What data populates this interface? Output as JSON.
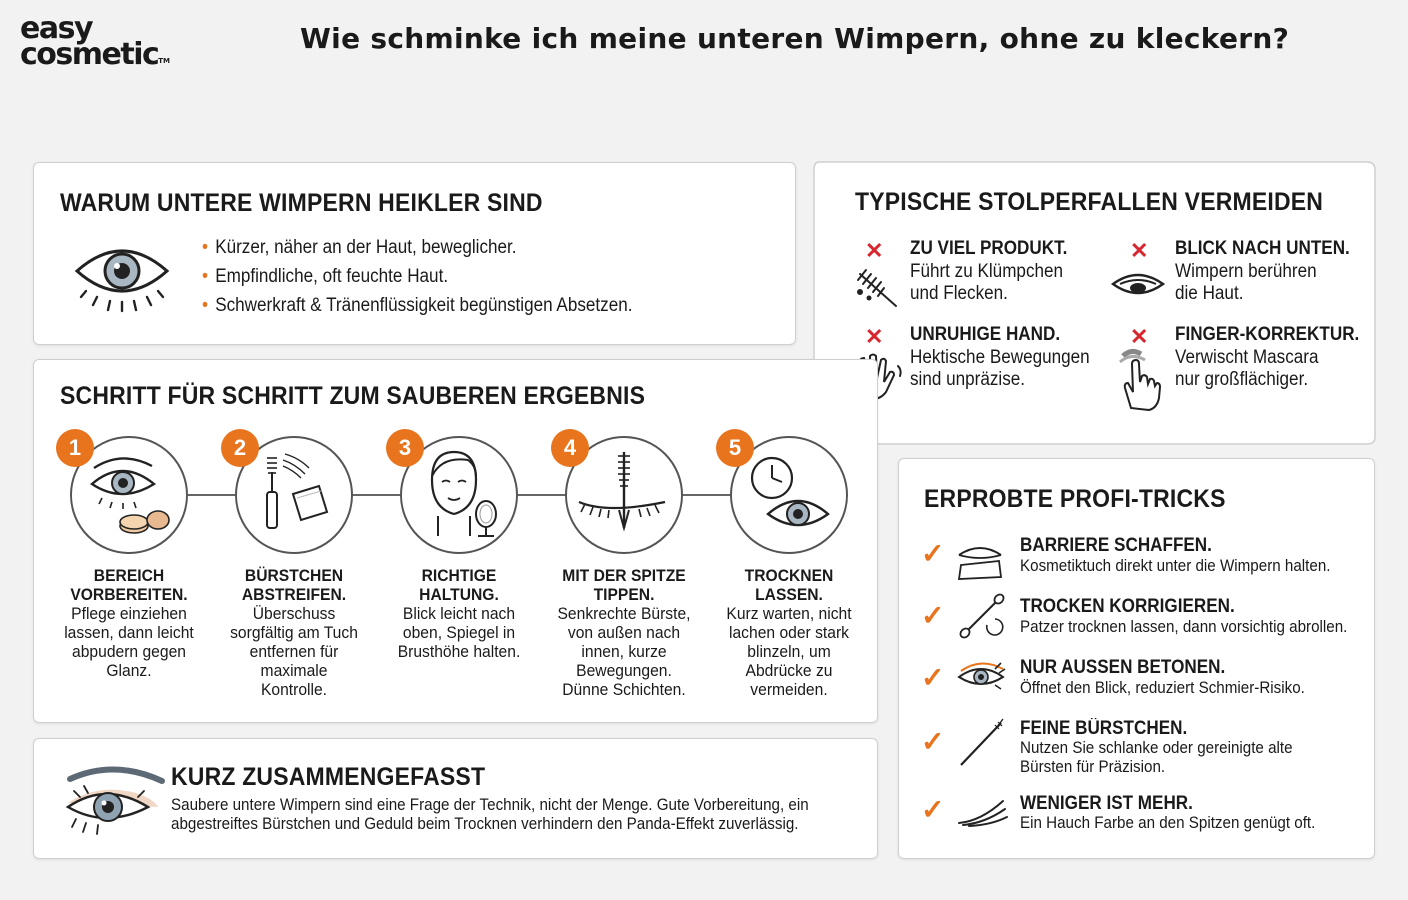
{
  "brand": {
    "line1": "easy",
    "line2": "cosmetic",
    "tm": "TM"
  },
  "page_title": "Wie schminke ich meine unteren Wimpern, ohne zu kleckern?",
  "colors": {
    "accent": "#e8741e",
    "error": "#d7262e",
    "text": "#1a1a1a",
    "background": "#f2f2f2",
    "card": "#ffffff"
  },
  "why": {
    "heading": "WARUM UNTERE WIMPERN HEIKLER SIND",
    "icon": "eye-icon",
    "bullets": [
      "Kürzer, näher an der Haut, beweglicher.",
      "Empfindliche, oft feuchte Haut.",
      "Schwerkraft & Tränenflüssigkeit begünstigen Absetzen."
    ]
  },
  "pitfalls": {
    "heading": "TYPISCHE STOLPERFALLEN VERMEIDEN",
    "items": [
      {
        "title": "ZU VIEL PRODUKT.",
        "body1": "Führt zu Klümpchen",
        "body2": "und Flecken.",
        "icon": "mascara-brush-icon"
      },
      {
        "title": "BLICK NACH UNTEN.",
        "body1": "Wimpern berühren",
        "body2": "die Haut.",
        "icon": "closed-eye-icon"
      },
      {
        "title": "UNRUHIGE HAND.",
        "body1": "Hektische Bewegungen",
        "body2": "sind unpräzise.",
        "icon": "shaking-hand-icon"
      },
      {
        "title": "FINGER-KORREKTUR.",
        "body1": "Verwischt Mascara",
        "body2": "nur großflächiger.",
        "icon": "finger-icon"
      }
    ]
  },
  "steps": {
    "heading": "SCHRITT FÜR SCHRITT ZUM SAUBEREN ERGEBNIS",
    "items": [
      {
        "num": "1",
        "title1": "BEREICH",
        "title2": "VORBEREITEN.",
        "body": [
          "Pflege einziehen",
          "lassen, dann leicht",
          "abpudern gegen",
          "Glanz."
        ],
        "icon": "eye-powder-icon"
      },
      {
        "num": "2",
        "title1": "BÜRSTCHEN",
        "title2": "ABSTREIFEN.",
        "body": [
          "Überschuss",
          "sorgfältig am Tuch",
          "entfernen für",
          "maximale",
          "Kontrolle."
        ],
        "icon": "mascara-tissue-icon"
      },
      {
        "num": "3",
        "title1": "RICHTIGE",
        "title2": "HALTUNG.",
        "body": [
          "Blick leicht nach",
          "oben, Spiegel in",
          "Brusthöhe halten."
        ],
        "icon": "face-mirror-icon"
      },
      {
        "num": "4",
        "title1": "MIT DER SPITZE",
        "title2": "TIPPEN.",
        "body": [
          "Senkrechte Bürste,",
          "von außen nach",
          "innen, kurze",
          "Bewegungen.",
          "Dünne Schichten."
        ],
        "icon": "vertical-brush-icon"
      },
      {
        "num": "5",
        "title1": "TROCKNEN",
        "title2": "LASSEN.",
        "body": [
          "Kurz warten, nicht",
          "lachen oder stark",
          "blinzeln, um",
          "Abdrücke zu",
          "vermeiden."
        ],
        "icon": "clock-eye-icon"
      }
    ]
  },
  "tricks": {
    "heading": "ERPROBTE PROFI-TRICKS",
    "items": [
      {
        "title": "BARRIERE SCHAFFEN.",
        "body": [
          "Kosmetiktuch direkt unter die Wimpern halten."
        ],
        "icon": "tissue-eye-icon"
      },
      {
        "title": "TROCKEN KORRIGIEREN.",
        "body": [
          "Patzer trocknen lassen, dann vorsichtig abrollen."
        ],
        "icon": "cotton-swab-icon"
      },
      {
        "title": "NUR AUSSEN BETONEN.",
        "body": [
          "Öffnet den Blick, reduziert Schmier-Risiko."
        ],
        "icon": "outer-lash-eye-icon"
      },
      {
        "title": "FEINE BÜRSTCHEN.",
        "body": [
          "Nutzen Sie schlanke oder gereinigte alte",
          "Bürsten für Präzision."
        ],
        "icon": "thin-brush-icon"
      },
      {
        "title": "WENIGER IST MEHR.",
        "body": [
          "Ein Hauch Farbe an den Spitzen genügt oft."
        ],
        "icon": "lash-tips-icon"
      }
    ]
  },
  "summary": {
    "heading": "KURZ ZUSAMMENGEFASST",
    "body": [
      "Saubere untere Wimpern sind eine Frage der Technik, nicht der Menge. Gute Vorbereitung, ein",
      "abgestreiftes Bürstchen und Geduld beim Trocknen verhindern den Panda-Effekt zuverlässig."
    ],
    "icon": "made-up-eye-icon"
  }
}
